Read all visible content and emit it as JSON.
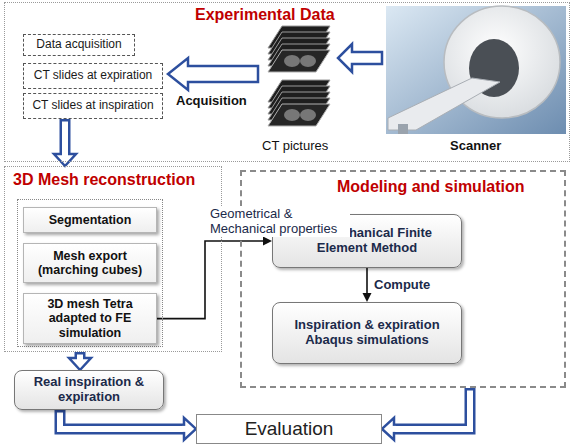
{
  "diagram": {
    "nodes": [
      {
        "text": [
          "Experimental Data"
        ]
      },
      {
        "text": [
          "Data acquisition"
        ],
        "in": 0
      },
      {
        "text": [
          "CT slides at expiration"
        ],
        "in": 0
      },
      {
        "text": [
          "CT slides at inspiration"
        ],
        "in": 0
      },
      {
        "text": [
          "3D Mesh reconstruction"
        ]
      },
      {
        "text": [
          "Segmentation"
        ],
        "in": 4
      },
      {
        "text": [
          "Mesh export (marching cubes)"
        ],
        "in": 4
      },
      {
        "text": [
          "3D mesh Tetra adapted to FE simulation"
        ],
        "in": 4
      },
      {
        "text": [
          "Modeling and simulation"
        ]
      },
      {
        "text": [
          "Biomechanical Finite Element Method"
        ],
        "in": 8
      },
      {
        "text": [
          "Inspiration & expiration Abaqus simulations"
        ],
        "in": 8
      },
      {
        "text": [
          "Real inspiration & expiration"
        ]
      },
      {
        "text": [
          "Evaluation"
        ]
      }
    ],
    "edges": [
      {
        "from": 3,
        "to": 4,
        "arrow": "to"
      },
      {
        "from": 7,
        "to": 9,
        "label": "Geometrical & Mechanical properties",
        "arrow": "to"
      },
      {
        "from": 9,
        "to": 10,
        "label": "Compute",
        "arrow": "to"
      },
      {
        "from": 4,
        "to": 11,
        "arrow": "to"
      },
      {
        "from": 11,
        "to": 12,
        "arrow": "to"
      },
      {
        "from": 8,
        "to": 12,
        "arrow": "to"
      }
    ],
    "labels": [
      "Acquisition",
      "CT pictures",
      "Scanner"
    ]
  }
}
